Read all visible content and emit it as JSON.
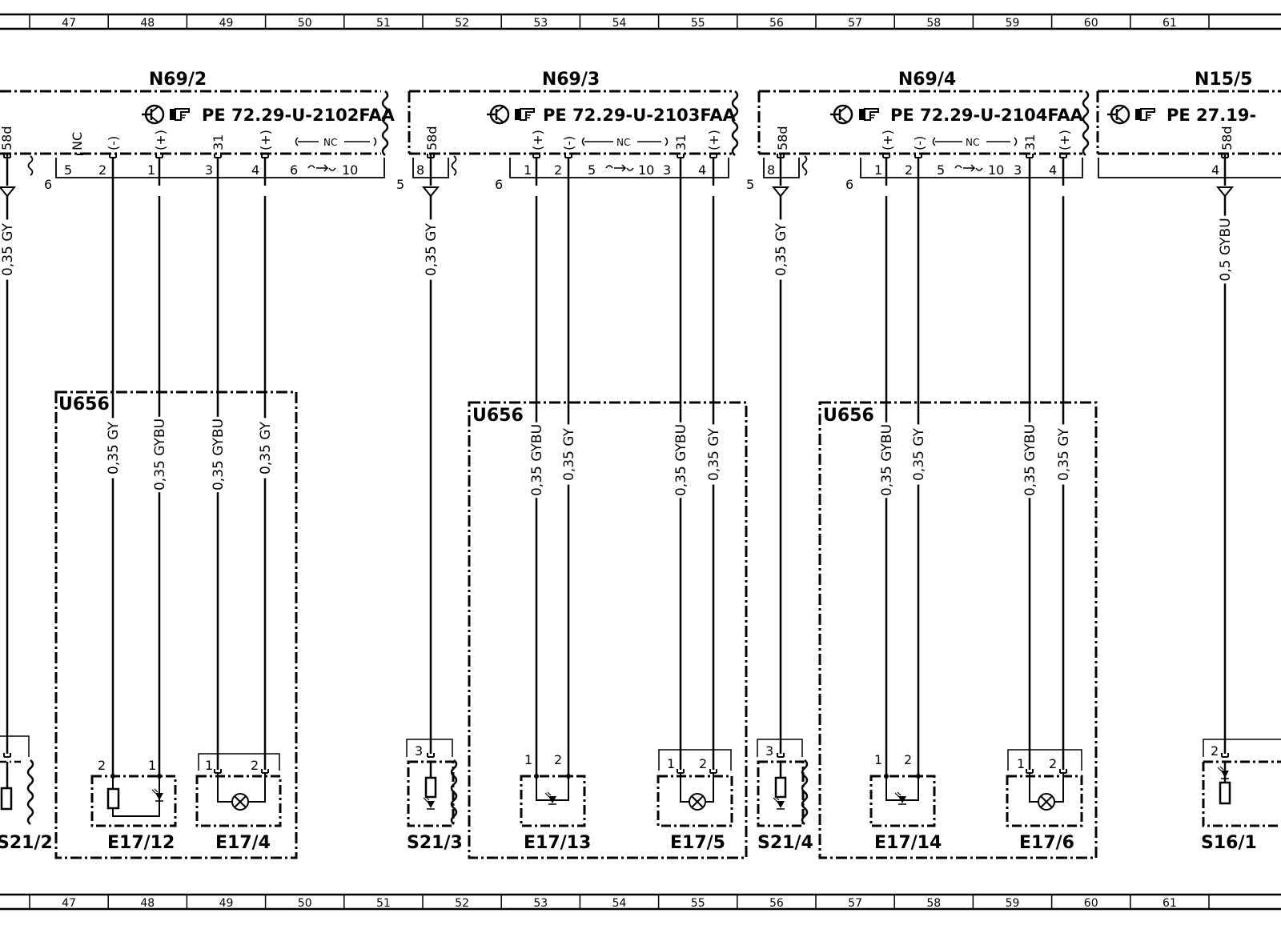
{
  "ruler": {
    "cells": [
      "47",
      "48",
      "49",
      "50",
      "51",
      "52",
      "53",
      "54",
      "55",
      "56",
      "57",
      "58",
      "59",
      "60",
      "61"
    ]
  },
  "modules": [
    {
      "name": "N69/2",
      "ref": "PE 72.29-U-2102FAA"
    },
    {
      "name": "N69/3",
      "ref": "PE 72.29-U-2103FAA"
    },
    {
      "name": "N69/4",
      "ref": "PE 72.29-U-2104FAA"
    },
    {
      "name": "N15/5",
      "ref": "PE 27.19-"
    }
  ],
  "groups": [
    "U656",
    "U656",
    "U656"
  ],
  "pin_labels": {
    "pin_58d": "58d",
    "nc": "NC",
    "minus": "(-)",
    "plus": "(+)",
    "gnd31": "31",
    "nc_bracket": "NC",
    "conn_6": "6",
    "conn_5": "5",
    "p1": "1",
    "p2": "2",
    "p3": "3",
    "p4": "4",
    "p5": "5",
    "p6": "6",
    "p8": "8",
    "p10": "10"
  },
  "wires": {
    "gy035": "0,35 GY",
    "gybu035": "0,35 GYBU",
    "gybu05": "0,5 GYBU"
  },
  "components": [
    "S21/2",
    "E17/12",
    "E17/4",
    "S21/3",
    "E17/13",
    "E17/5",
    "S21/4",
    "E17/14",
    "E17/6",
    "S16/1"
  ],
  "icons": [
    "transistor-icon",
    "hand-pointer-icon",
    "ground-arrow-icon",
    "switch-icon",
    "led-icon",
    "lamp-icon",
    "resistor-icon"
  ]
}
